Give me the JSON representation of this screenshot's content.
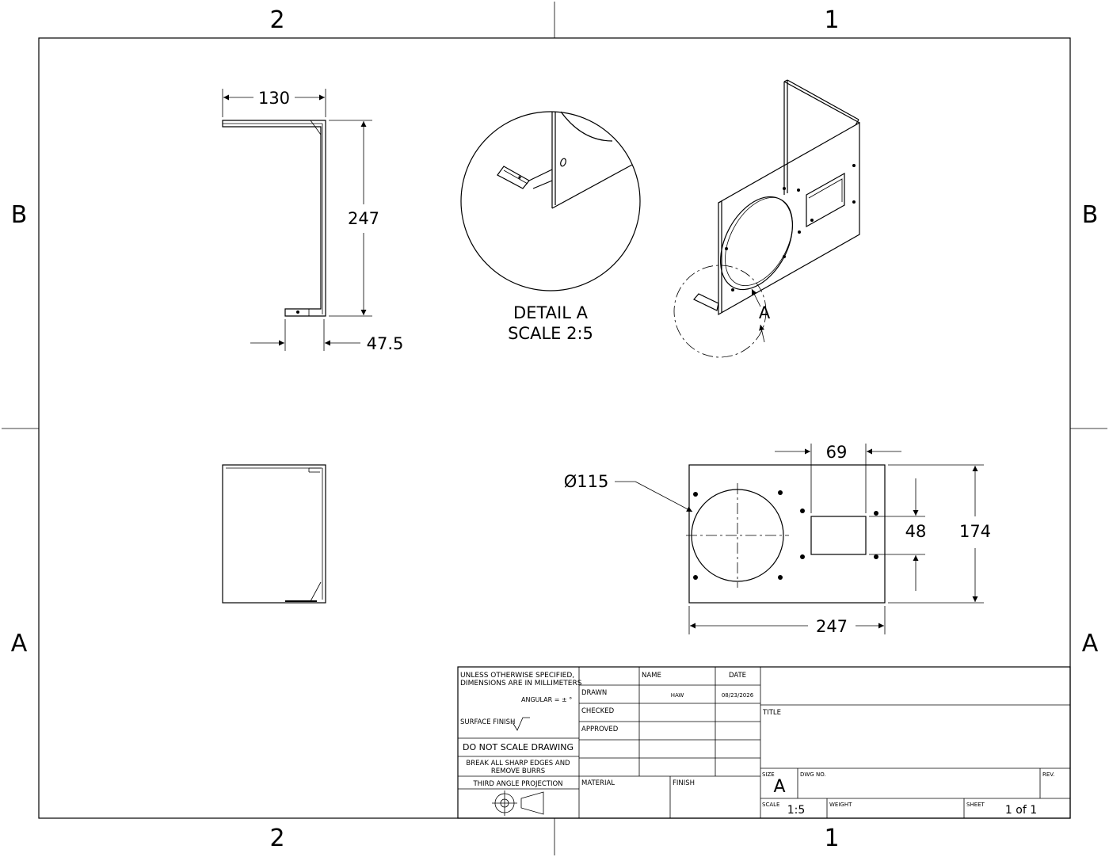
{
  "zones": {
    "col_top_left": "2",
    "col_top_right": "1",
    "col_bottom_left": "2",
    "col_bottom_right": "1",
    "row_left_top": "B",
    "row_right_top": "B",
    "row_left_bottom": "A",
    "row_right_bottom": "A"
  },
  "dimensions": {
    "side_width": "130",
    "side_height": "247",
    "side_flange": "47.5",
    "front_hole_dia": "Ø115",
    "front_cutout_width": "69",
    "front_cutout_height": "48",
    "front_height": "174",
    "front_width": "247"
  },
  "detail": {
    "title": "DETAIL A",
    "scale": "SCALE 2:5",
    "callout": "A"
  },
  "title_block": {
    "notes_line1": "UNLESS OTHERWISE SPECIFIED,",
    "notes_line2": "DIMENSIONS ARE IN MILLIMETERS",
    "angular": "ANGULAR = ± °",
    "surface_finish": "SURFACE FINISH",
    "do_not_scale": "DO NOT SCALE DRAWING",
    "break_edges_1": "BREAK ALL SHARP EDGES AND",
    "break_edges_2": "REMOVE BURRS",
    "projection": "THIRD ANGLE PROJECTION",
    "name_header": "NAME",
    "date_header": "DATE",
    "drawn_label": "DRAWN",
    "drawn_name": "HAW",
    "drawn_date": "08/23/2026",
    "checked_label": "CHECKED",
    "approved_label": "APPROVED",
    "material_label": "MATERIAL",
    "finish_label": "FINISH",
    "title_label": "TITLE",
    "size_label": "SIZE",
    "size_value": "A",
    "dwg_no_label": "DWG NO.",
    "rev_label": "REV.",
    "scale_label": "SCALE",
    "scale_value": "1:5",
    "weight_label": "WEIGHT",
    "sheet_label": "SHEET",
    "sheet_value": "1 of 1"
  }
}
